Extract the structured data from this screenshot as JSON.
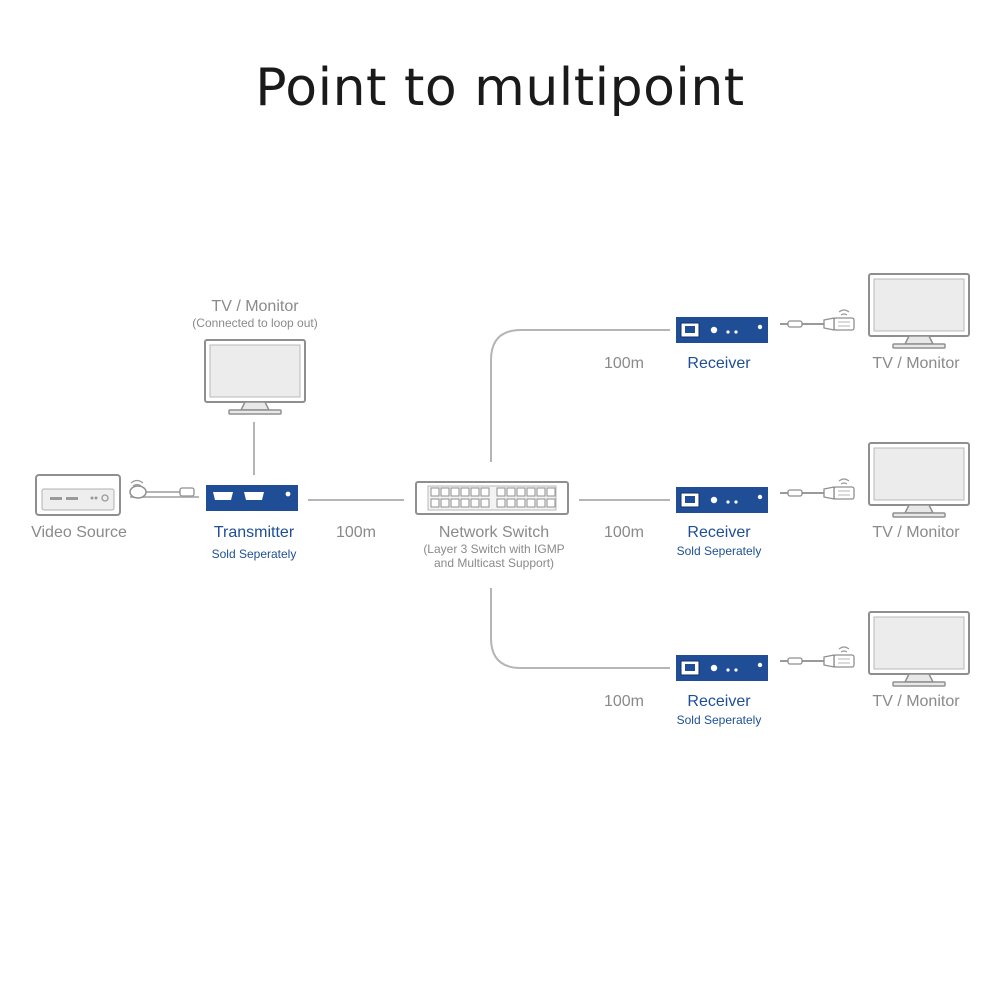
{
  "title": "Point to multipoint",
  "colors": {
    "device_blue": "#1f4e96",
    "line_gray": "#b5b5b5",
    "label_gray": "#8a8a8a",
    "label_blue": "#1e4f94"
  },
  "video_source": {
    "label": "Video Source",
    "icon": "media-player-icon"
  },
  "loop_monitor": {
    "label": "TV / Monitor",
    "sublabel": "(Connected to loop out)",
    "icon": "monitor-icon"
  },
  "transmitter": {
    "label": "Transmitter",
    "sublabel": "Sold Seperately",
    "icon": "transmitter-icon"
  },
  "cable_tx_switch": {
    "label": "100m"
  },
  "network_switch": {
    "label": "Network Switch",
    "sublabel_1": "(Layer 3 Switch with IGMP",
    "sublabel_2": "and Multicast Support)",
    "icon": "network-switch-icon"
  },
  "branches": [
    {
      "distance": "100m",
      "receiver_label": "Receiver",
      "receiver_sublabel": "",
      "monitor_label": "TV / Monitor"
    },
    {
      "distance": "100m",
      "receiver_label": "Receiver",
      "receiver_sublabel": "Sold Seperately",
      "monitor_label": "TV / Monitor"
    },
    {
      "distance": "100m",
      "receiver_label": "Receiver",
      "receiver_sublabel": "Sold Seperately",
      "monitor_label": "TV / Monitor"
    }
  ]
}
